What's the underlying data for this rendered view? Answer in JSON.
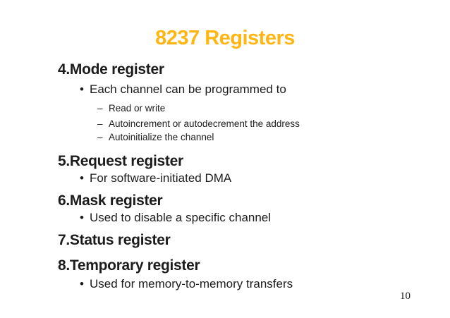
{
  "slide": {
    "title": "8237 Registers",
    "page_number": "10",
    "colors": {
      "title": "#FFB612",
      "text": "#1C1C1C",
      "background": "#FFFFFF"
    },
    "glyphs": {
      "bullet": "•",
      "dash": "–"
    },
    "sections": [
      {
        "heading": "4.Mode register",
        "bullets": [
          {
            "text": "Each channel can be programmed to",
            "subs": [
              "Read or write",
              "Autoincrement or autodecrement the address",
              "Autoinitialize the channel"
            ]
          }
        ]
      },
      {
        "heading": "5.Request register",
        "bullets": [
          {
            "text": "For software-initiated DMA",
            "subs": []
          }
        ]
      },
      {
        "heading": "6.Mask register",
        "bullets": [
          {
            "text": "Used to disable a specific channel",
            "subs": []
          }
        ]
      },
      {
        "heading": "7.Status register",
        "bullets": []
      },
      {
        "heading": "8.Temporary register",
        "bullets": [
          {
            "text": "Used for memory-to-memory transfers",
            "subs": []
          }
        ]
      }
    ]
  }
}
